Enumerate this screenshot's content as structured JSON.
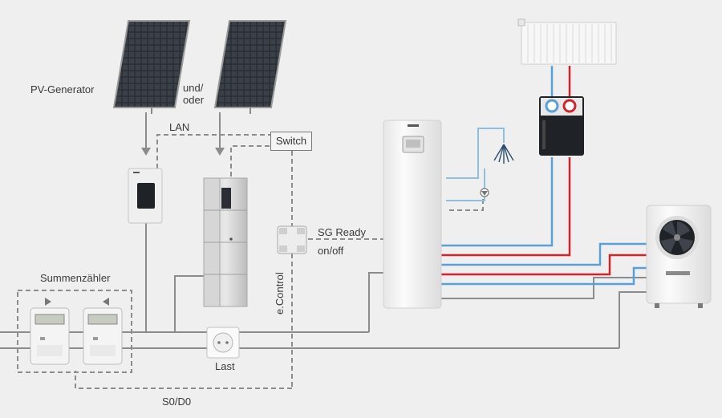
{
  "labels": {
    "pv_generator": "PV-Generator",
    "und_oder_line1": "und/",
    "und_oder_line2": "oder",
    "lan": "LAN",
    "switch": "Switch",
    "sg_ready": "SG Ready",
    "on_off": "on/off",
    "summenzaehler": "Summenzähler",
    "e_control": "e.Control",
    "last": "Last",
    "s0_d0": "S0/D0"
  },
  "devices": [
    "solar-panel-1",
    "solar-panel-2",
    "pv-inverter",
    "battery-storage",
    "econtrol-module",
    "indoor-heat-pump-unit",
    "radiator",
    "heating-manifold",
    "shower-head",
    "circulation-pump",
    "outdoor-heat-pump",
    "energy-meter-1",
    "energy-meter-2",
    "power-socket"
  ],
  "colors": {
    "background": "#efefef",
    "power_line": "#8c8c8c",
    "data_line": "#8c8c8c",
    "flow_hot": "#d3242b",
    "flow_cold": "#5aa0d8",
    "device_body": "#f7f7f7",
    "panel": "#1f2227"
  }
}
